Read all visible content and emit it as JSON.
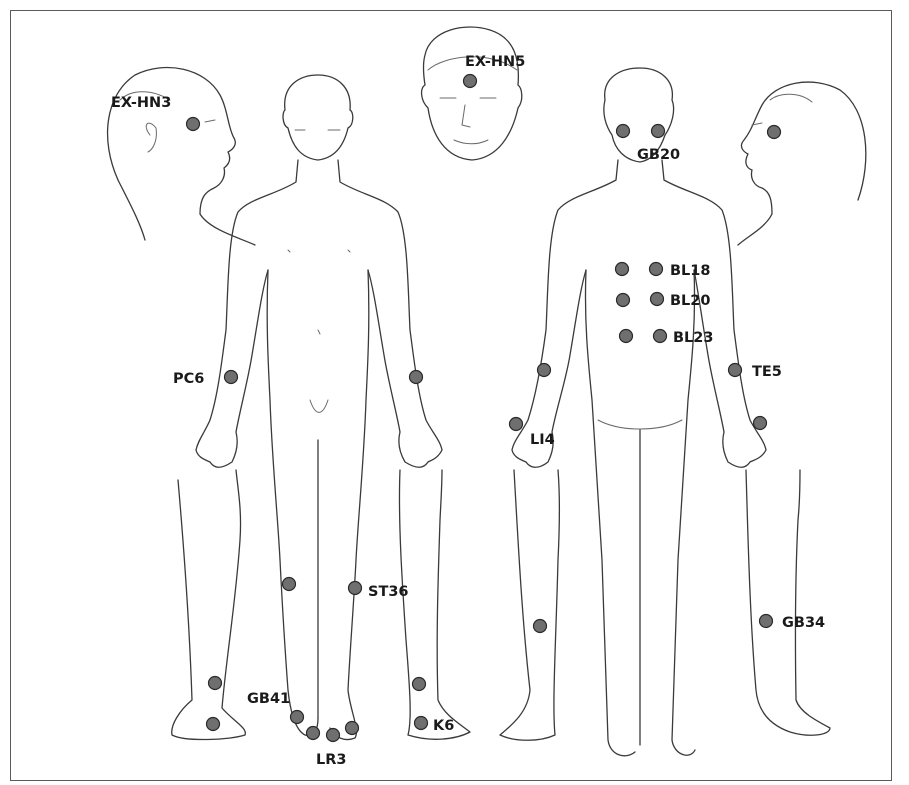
{
  "points": {
    "ex_hn3": "EX-HN3",
    "ex_hn5": "EX-HN5",
    "gb20": "GB20",
    "bl18": "BL18",
    "bl20": "BL20",
    "bl23": "BL23",
    "pc6": "PC6",
    "te5": "TE5",
    "li4": "LI4",
    "st36": "ST36",
    "gb34": "GB34",
    "gb41": "GB41",
    "lr3": "LR3",
    "k6": "K6"
  },
  "colors": {
    "point_fill": "#6f6f6f",
    "outline": "#3a3a3a",
    "label": "#1a1a1a"
  }
}
